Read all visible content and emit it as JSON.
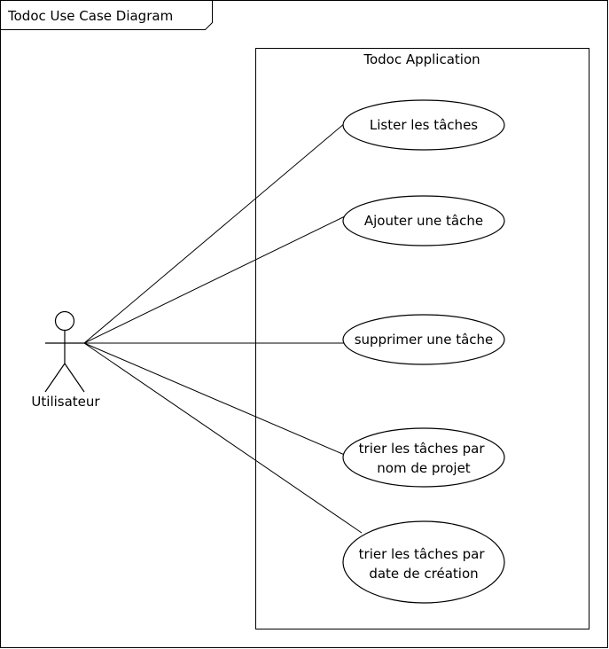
{
  "frame": {
    "title": "Todoc Use Case Diagram"
  },
  "system": {
    "title": "Todoc Application"
  },
  "actor": {
    "name": "Utilisateur"
  },
  "use_cases": [
    {
      "lines": [
        "Lister les tâches"
      ]
    },
    {
      "lines": [
        "Ajouter une tâche"
      ]
    },
    {
      "lines": [
        "supprimer une tâche"
      ]
    },
    {
      "lines": [
        "trier les tâches par",
        "nom de projet"
      ]
    },
    {
      "lines": [
        "trier les tâches par",
        "date de création"
      ]
    }
  ],
  "colors": {
    "stroke": "#000000",
    "fill": "#ffffff"
  }
}
